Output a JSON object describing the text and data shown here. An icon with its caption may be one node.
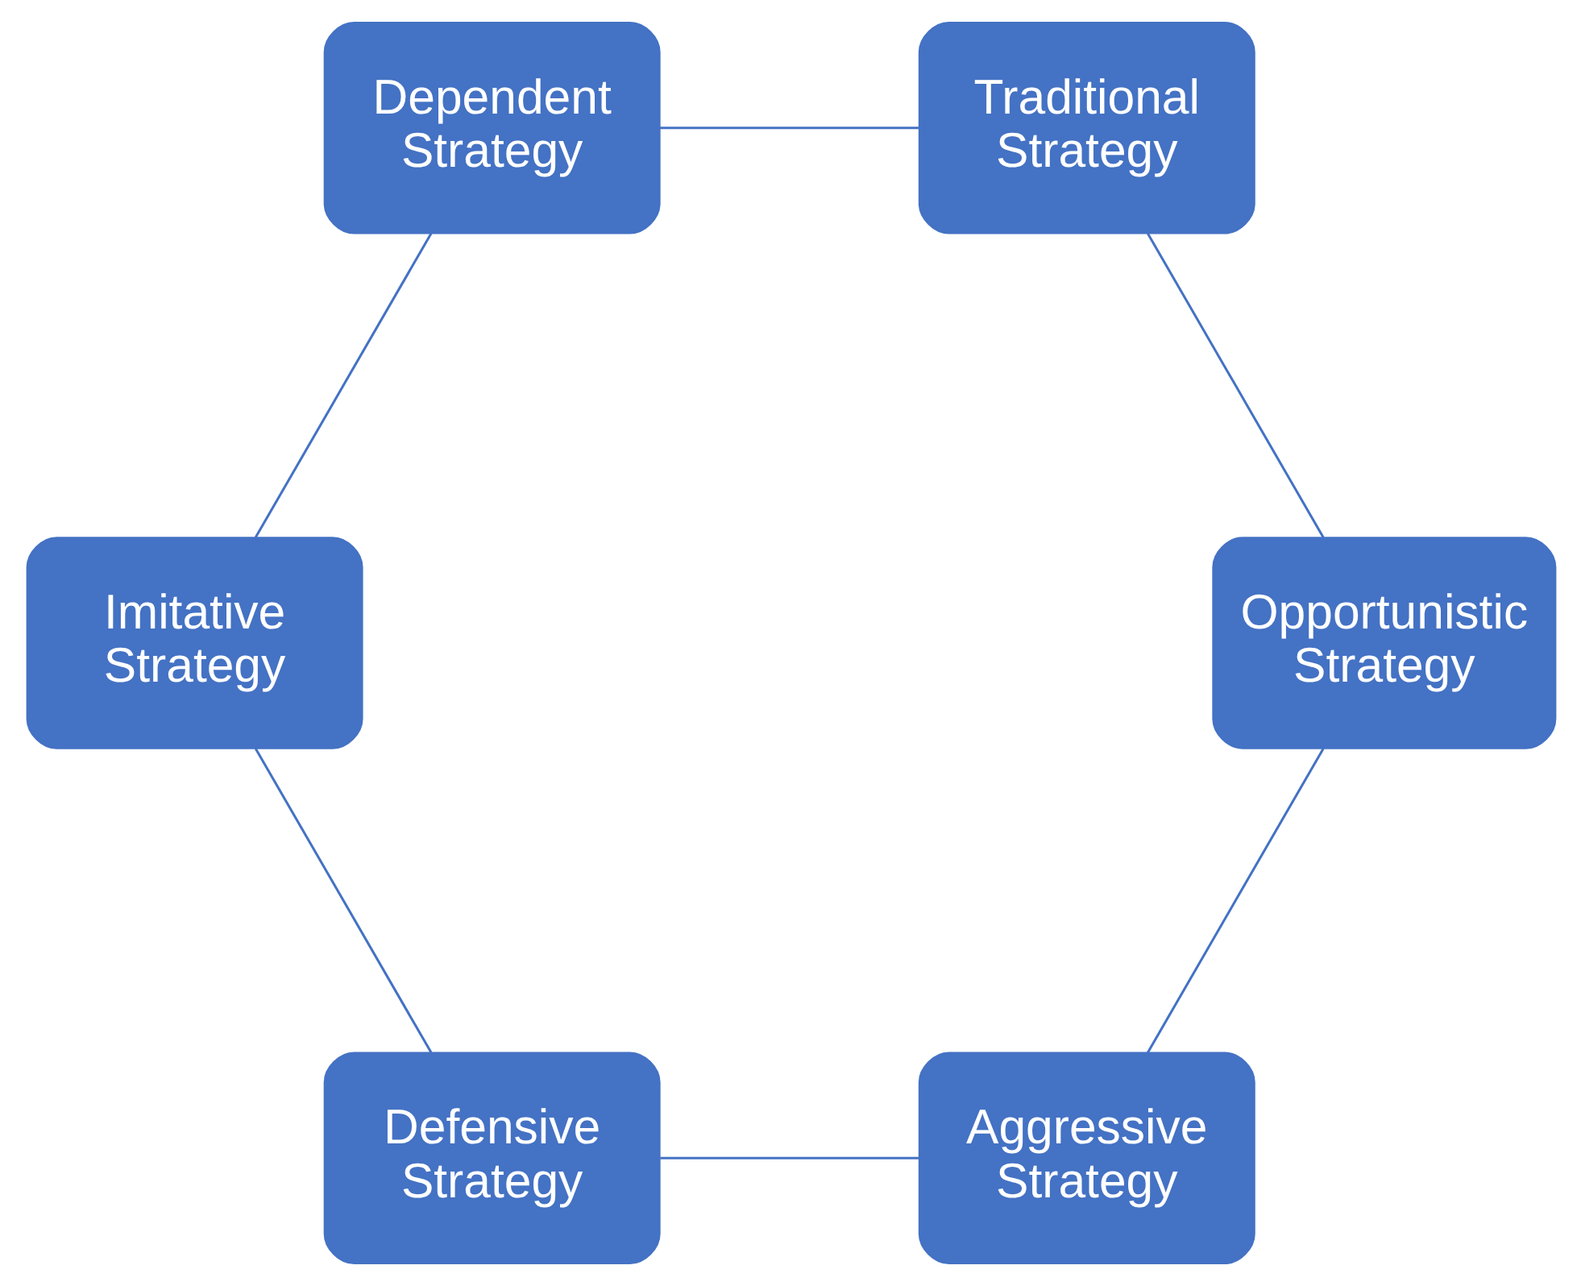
{
  "diagram": {
    "nodes": [
      {
        "text": [
          "Aggressive Strategy"
        ]
      },
      {
        "text": [
          "Opportunistic Strategy"
        ]
      },
      {
        "text": [
          "Defensive Strategy"
        ]
      },
      {
        "text": [
          "Traditional Strategy"
        ]
      },
      {
        "text": [
          "Imitative Strategy"
        ]
      },
      {
        "text": [
          "Dependent Strategy"
        ]
      }
    ],
    "edges": [
      {
        "from": 0,
        "to": 2,
        "arrow": "none"
      },
      {
        "from": 2,
        "to": 4,
        "arrow": "none"
      },
      {
        "from": 4,
        "to": 5,
        "arrow": "none"
      },
      {
        "from": 5,
        "to": 3,
        "arrow": "none"
      },
      {
        "from": 3,
        "to": 1,
        "arrow": "none"
      },
      {
        "from": 1,
        "to": 0,
        "arrow": "none"
      }
    ]
  }
}
